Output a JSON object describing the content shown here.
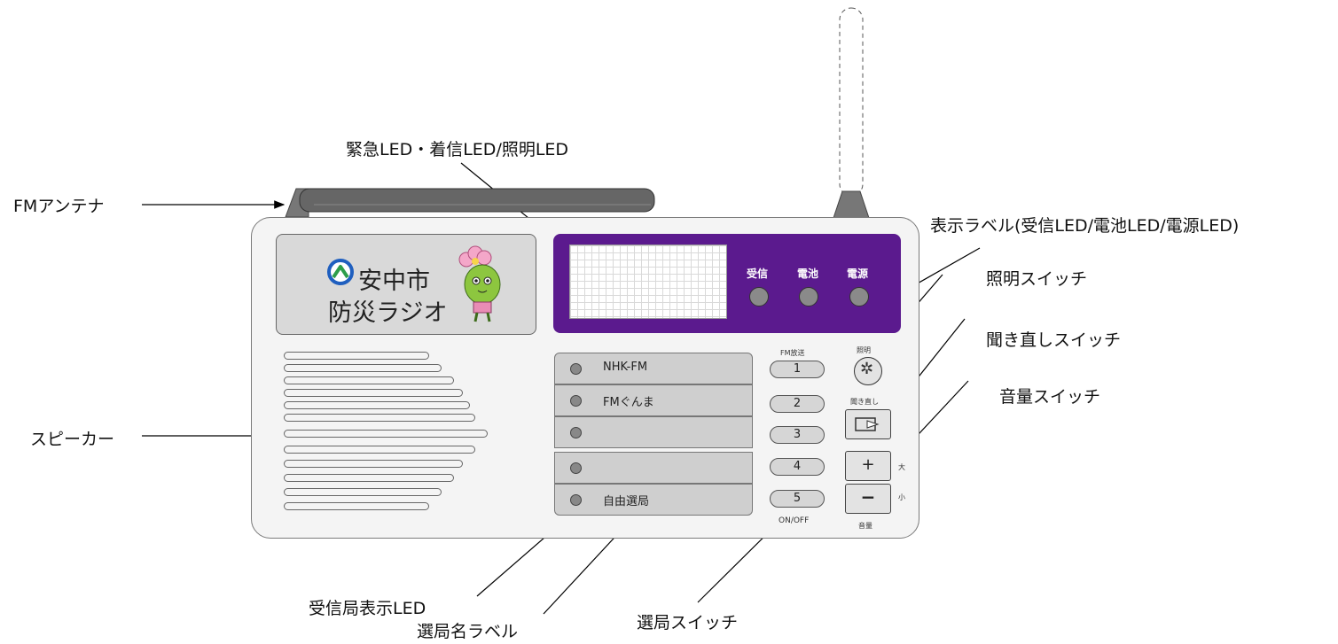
{
  "callouts": {
    "fm_antenna": "FMアンテナ",
    "led_top": "緊急LED・着信LED/照明LED",
    "display_label": "表示ラベル(受信LED/電池LED/電源LED)",
    "light_switch": "照明スイッチ",
    "replay_switch": "聞き直しスイッチ",
    "volume_switch": "音量スイッチ",
    "speaker": "スピーカー",
    "station_led": "受信局表示LED",
    "station_name_label": "選局名ラベル",
    "station_switch": "選局スイッチ"
  },
  "logo": {
    "line1": "安中市",
    "line2": "防災ラジオ"
  },
  "panel": {
    "receive": "受信",
    "battery": "電池",
    "power": "電源"
  },
  "stations": [
    {
      "name": "NHK-FM"
    },
    {
      "name": "FMぐんま"
    },
    {
      "name": ""
    },
    {
      "name": ""
    },
    {
      "name": "自由選局"
    }
  ],
  "buttons": {
    "fm_broadcast": "FM放送",
    "nums": [
      "1",
      "2",
      "3",
      "4",
      "5"
    ],
    "on_off": "ON/OFF",
    "light": "照明",
    "replay": "聞き直し",
    "plus": "+",
    "minus": "−",
    "big": "大",
    "small": "小",
    "volume": "音量"
  },
  "colors": {
    "panel": "#5b1a8e",
    "body": "#f4f4f4",
    "slot": "#cfcfcf"
  }
}
